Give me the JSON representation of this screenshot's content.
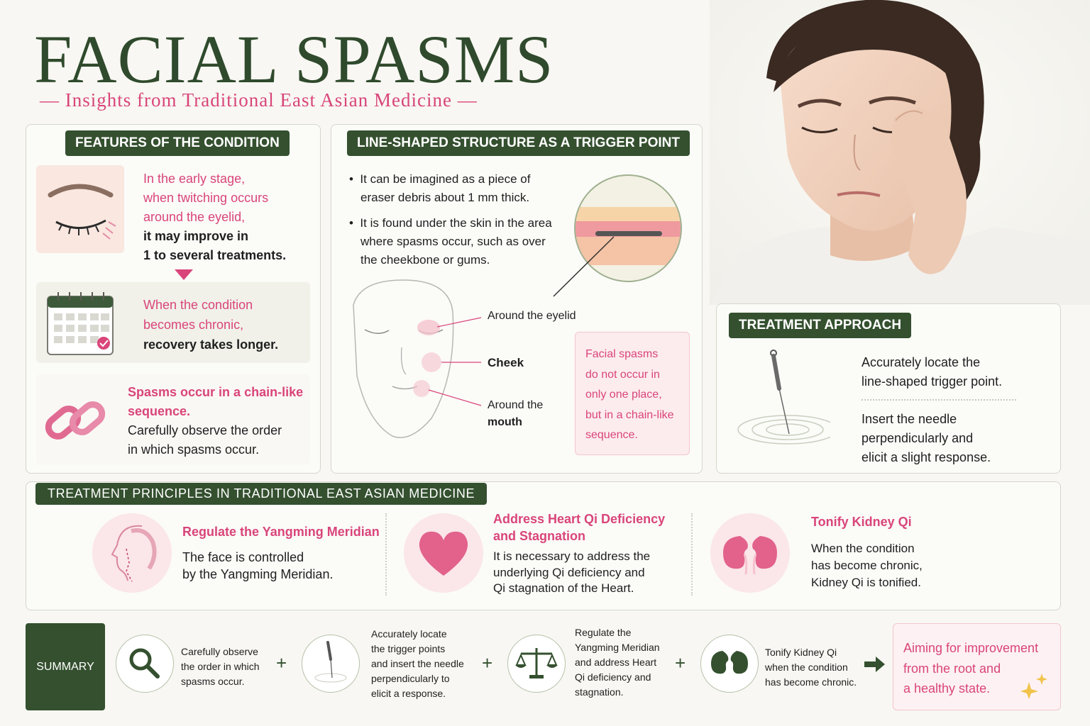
{
  "header": {
    "title": "FACIAL SPASMS",
    "subtitle": "Insights from Traditional East Asian Medicine"
  },
  "features": {
    "tag": "FEATURES OF THE CONDITION",
    "early_pink": [
      "In the early stage,",
      "when twitching occurs",
      "around the eyelid,"
    ],
    "early_dark": [
      "it may improve in",
      "1 to several treatments."
    ],
    "chronic_pink": [
      "When the condition",
      "becomes chronic,"
    ],
    "chronic_dark": "recovery takes longer.",
    "chain_pink": [
      "Spasms occur in a chain-like",
      "sequence."
    ],
    "chain_dark": [
      "Carefully observe the order",
      "in which spasms occur."
    ]
  },
  "trigger": {
    "tag": "LINE-SHAPED STRUCTURE AS A TRIGGER POINT",
    "bullet1": [
      "It can be imagined as a piece of",
      "eraser debris about 1 mm thick."
    ],
    "bullet2": [
      "It is found under the skin in the area",
      "where spasms occur, such as over",
      "the cheekbone or gums."
    ],
    "label_eyelid": "Around the eyelid",
    "label_cheek": "Cheek",
    "label_mouth": [
      "Around the",
      "mouth"
    ],
    "note": [
      "Facial spasms",
      "do not occur in",
      "only one place,",
      "but in a chain-like",
      "sequence."
    ]
  },
  "treatment": {
    "tag": "TREATMENT APPROACH",
    "step1": [
      "Accurately locate the",
      "line-shaped trigger point."
    ],
    "step2": [
      "Insert the needle",
      "perpendicularly and",
      "elicit a slight response."
    ]
  },
  "principles": {
    "tag": "TREATMENT PRINCIPLES IN TRADITIONAL EAST ASIAN MEDICINE",
    "items": [
      {
        "title": [
          "Regulate the Yangming Meridian"
        ],
        "body": [
          "The face is controlled",
          "by the Yangming Meridian."
        ]
      },
      {
        "title": [
          "Address Heart Qi Deficiency",
          "and Stagnation"
        ],
        "body": [
          "It is necessary to address the",
          "underlying Qi deficiency and",
          "Qi stagnation of the Heart."
        ]
      },
      {
        "title": [
          "Tonify Kidney Qi"
        ],
        "body": [
          "When the condition",
          "has become chronic,",
          "Kidney Qi is tonified."
        ]
      }
    ]
  },
  "summary": {
    "label": "SUMMARY",
    "steps": [
      [
        "Carefully observe",
        "the order in which",
        "spasms occur."
      ],
      [
        "Accurately locate",
        "the trigger points",
        "and insert the needle",
        "perpendicularly to",
        "elicit a response."
      ],
      [
        "Regulate the",
        "Yangming Meridian",
        "and address Heart",
        "Qi deficiency and",
        "stagnation."
      ],
      [
        "Tonify Kidney Qi",
        "when the condition",
        "has become chronic."
      ]
    ],
    "plus": "+",
    "goal": [
      "Aiming for improvement",
      "from the root and",
      "a healthy state."
    ]
  },
  "colors": {
    "green": "#34502f",
    "pink": "#d9457a",
    "panel_border": "#d6d6cc"
  },
  "icons": [
    "eye-icon",
    "calendar-icon",
    "chain-link-icon",
    "needle-icon",
    "heart-icon",
    "kidney-icon",
    "face-profile-icon",
    "magnifier-icon",
    "scales-icon",
    "arrow-right-icon",
    "sparkle-icon"
  ]
}
